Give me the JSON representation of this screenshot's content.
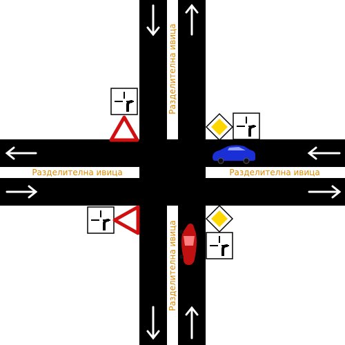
{
  "labels": {
    "median_top": "Разделителна ивица",
    "median_bottom": "Разделителна ивица",
    "median_left": "Разделителна ивица",
    "median_right": "Разделителна ивица"
  },
  "colors": {
    "road": "#000000",
    "median": "#ffffff",
    "label": "#e08a00",
    "arrow": "#ffffff",
    "priority_fill": "#ffd700",
    "yield_border": "#d01010",
    "car_blue": "#1a2fd6",
    "car_red": "#c01010"
  },
  "icons": {
    "lane_arrows": "arrow-icon",
    "priority_sign": "priority-road-diamond-icon",
    "yield_sign": "yield-triangle-icon",
    "junction_plate": "junction-direction-plate-icon",
    "car": "car-icon"
  }
}
